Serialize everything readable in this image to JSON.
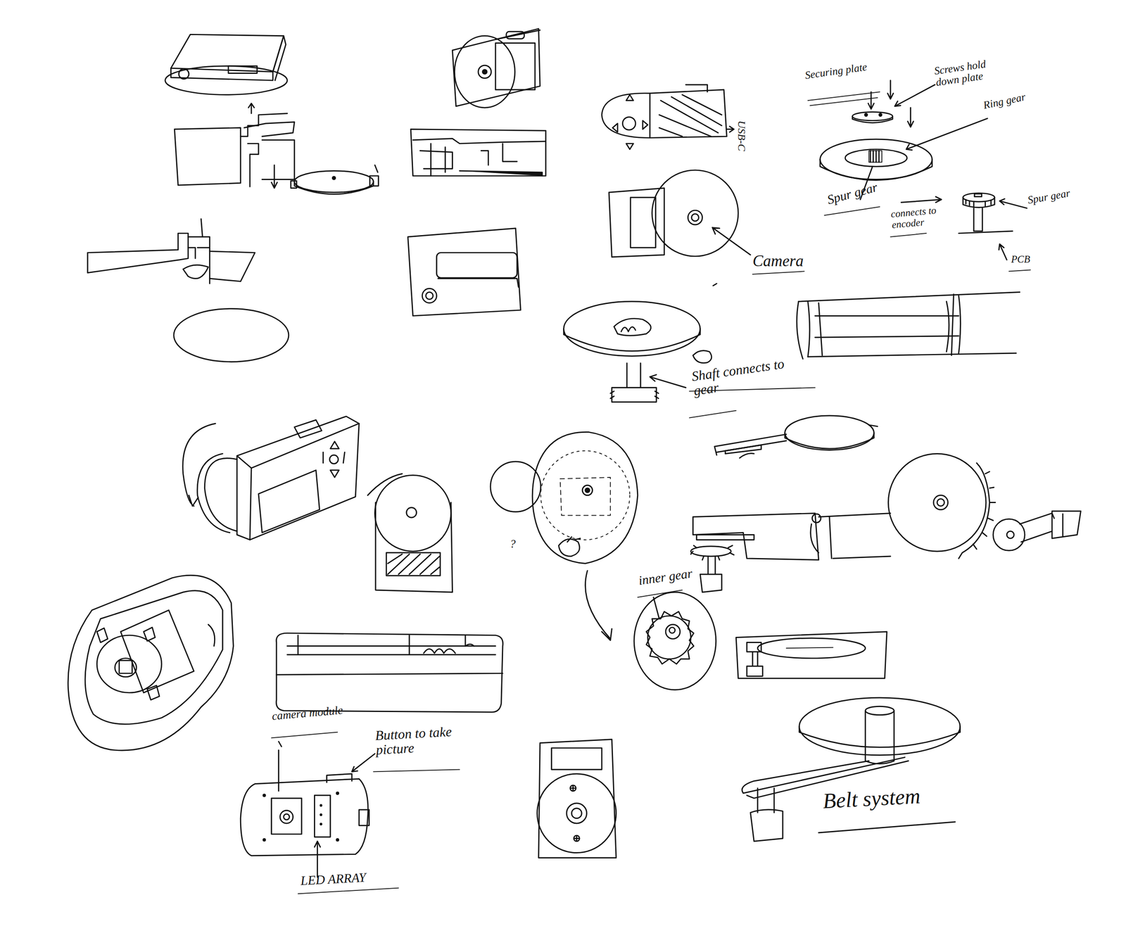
{
  "diagram": {
    "labels": [
      "Securing plate",
      "Screws hold down plate",
      "Ring gear",
      "Spur gear",
      "connects to encoder",
      "Spur gear",
      "Camera",
      "USB-C",
      "Shaft connects to gear",
      "inner gear",
      "?",
      "camera module",
      "Button to take picture",
      "PCB",
      "LED ARRAY",
      "Belt system"
    ]
  }
}
